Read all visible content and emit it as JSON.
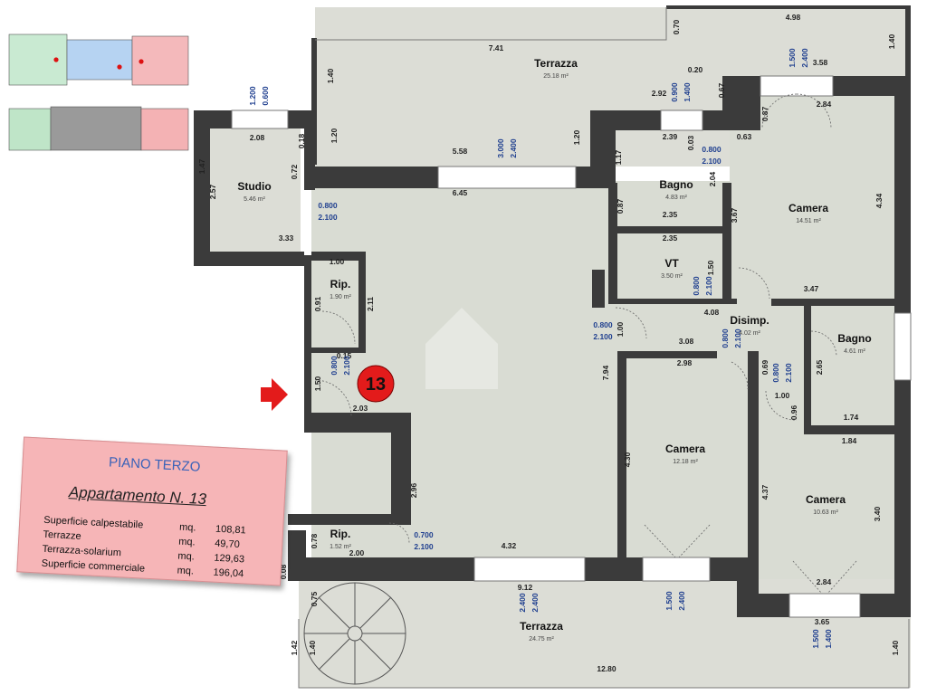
{
  "card": {
    "floor_label": "PIANO TERZO",
    "apartment_label": "Appartamento N. 13",
    "rows": [
      {
        "label": "Superficie calpestabile",
        "unit": "mq.",
        "value": "108,81"
      },
      {
        "label": "Terrazze",
        "unit": "mq.",
        "value": "49,70"
      },
      {
        "label": "Terrazza-solarium",
        "unit": "mq.",
        "value": "129,63"
      },
      {
        "label": "Superficie commerciale",
        "unit": "mq.",
        "value": "196,04"
      }
    ]
  },
  "unit_badge": "13",
  "rooms": {
    "terrazza_top": {
      "name": "Terrazza",
      "area": "25.18 m²"
    },
    "studio": {
      "name": "Studio",
      "area": "5.46 m²"
    },
    "bagno_top": {
      "name": "Bagno",
      "area": "4.83 m²"
    },
    "camera_top": {
      "name": "Camera",
      "area": "14.51 m²"
    },
    "vt": {
      "name": "VT",
      "area": "3.50 m²"
    },
    "rip_top": {
      "name": "Rip.",
      "area": "1.90 m²"
    },
    "disimp": {
      "name": "Disimp.",
      "area": "4.02 m²"
    },
    "bagno_right": {
      "name": "Bagno",
      "area": "4.61 m²"
    },
    "camera_mid": {
      "name": "Camera",
      "area": "12.18 m²"
    },
    "camera_right": {
      "name": "Camera",
      "area": "10.63 m²"
    },
    "rip_bottom": {
      "name": "Rip.",
      "area": "1.52 m²"
    },
    "terrazza_bottom": {
      "name": "Terrazza",
      "area": "24.75 m²"
    }
  },
  "dims": [
    "4.98",
    "0.70",
    "1.40",
    "7.41",
    "1.40",
    "0.20",
    "3.58",
    "2.92",
    "0.67",
    "2.84",
    "0.87",
    "1.20",
    "2.08",
    "0.18",
    "1.47",
    "0.72",
    "2.57",
    "3.33",
    "5.58",
    "6.45",
    "1.20",
    "2.39",
    "0.03",
    "0.63",
    "1.17",
    "2.04",
    "0.87",
    "2.35",
    "3.67",
    "4.34",
    "2.35",
    "1.50",
    "1.00",
    "2.11",
    "0.91",
    "3.47",
    "4.08",
    "1.00",
    "3.08",
    "1.50",
    "2.03",
    "2.98",
    "0.69",
    "1.00",
    "2.65",
    "7.94",
    "0.96",
    "1.74",
    "1.84",
    "4.30",
    "4.37",
    "3.40",
    "2.96",
    "0.78",
    "2.00",
    "4.32",
    "9.12",
    "2.84",
    "3.65",
    "1.40",
    "1.42",
    "1.40",
    "0.75",
    "12.80",
    "0.08",
    "0.15"
  ],
  "windows": [
    {
      "w": "1.200",
      "h": "0.600"
    },
    {
      "w": "3.000",
      "h": "2.400"
    },
    {
      "w": "0.900",
      "h": "1.400"
    },
    {
      "w": "1.500",
      "h": "2.400"
    },
    {
      "w": "0.800",
      "h": "2.100"
    },
    {
      "w": "0.800",
      "h": "2.100"
    },
    {
      "w": "0.800",
      "h": "2.100"
    },
    {
      "w": "0.800",
      "h": "2.100"
    },
    {
      "w": "0.800",
      "h": "2.100"
    },
    {
      "w": "0.800",
      "h": "2.100"
    },
    {
      "w": "0.800",
      "h": "2.100"
    },
    {
      "w": "0.700",
      "h": "2.100"
    },
    {
      "w": "2.400",
      "h": "2.400"
    },
    {
      "w": "1.500",
      "h": "2.400"
    },
    {
      "w": "1.500",
      "h": "1.400"
    }
  ],
  "colors": {
    "wall": "#3b3b3b",
    "floor": "#d9dcd3",
    "terrace": "#dcddd6",
    "card": "#f6b5b7",
    "badge": "#e31b1b",
    "arrow": "#e31b1b",
    "window_text": "#1f3f8f"
  }
}
